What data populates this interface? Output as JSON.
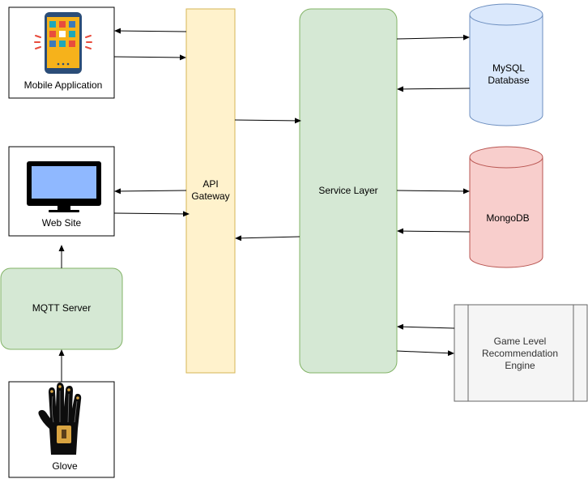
{
  "nodes": {
    "mobile_app": {
      "label": "Mobile Application"
    },
    "web_site": {
      "label": "Web Site"
    },
    "mqtt_server": {
      "label": "MQTT Server"
    },
    "glove": {
      "label": "Glove"
    },
    "api_gateway": {
      "label_line1": "API",
      "label_line2": "Gateway"
    },
    "service_layer": {
      "label": "Service Layer"
    },
    "mysql": {
      "label_line1": "MySQL",
      "label_line2": "Database"
    },
    "mongodb": {
      "label": "MongoDB"
    },
    "engine": {
      "label_line1": "Game Level",
      "label_line2": "Recommendation",
      "label_line3": "Engine"
    }
  },
  "icons": {
    "mobile": "smartphone-icon",
    "web": "desktop-monitor-icon",
    "glove": "smart-glove-icon"
  },
  "colors": {
    "gateway_fill": "#fff2cc",
    "gateway_stroke": "#d6b656",
    "green_fill": "#d5e8d4",
    "green_stroke": "#82b366",
    "mysql_fill": "#dae8fc",
    "mysql_stroke": "#6c8ebf",
    "mongo_fill": "#f8cecc",
    "mongo_stroke": "#b85450",
    "engine_fill": "#f5f5f5",
    "engine_stroke": "#666666"
  }
}
